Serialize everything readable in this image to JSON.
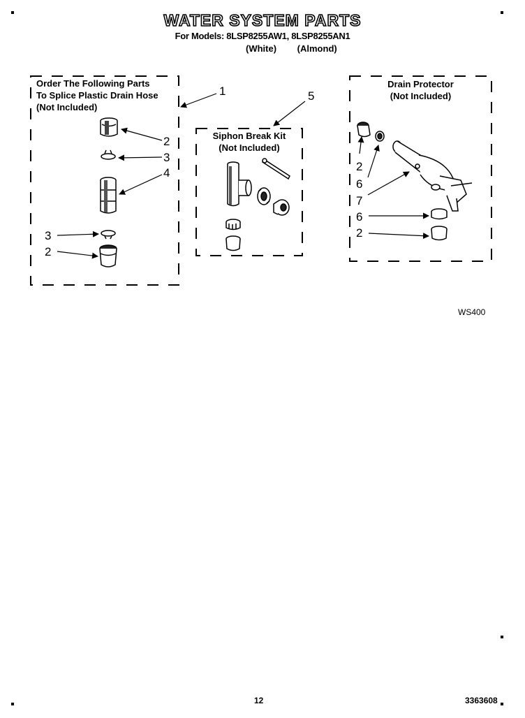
{
  "header": {
    "title": "WATER SYSTEM PARTS",
    "models_line": "For Models: 8LSP8255AW1, 8LSP8255AN1",
    "variant_white": "(White)",
    "variant_almond": "(Almond)"
  },
  "boxes": {
    "splice": {
      "line1": "Order The Following Parts",
      "line2": "To Splice Plastic Drain Hose",
      "line3": "(Not Included)"
    },
    "siphon": {
      "line1": "Siphon Break Kit",
      "line2": "(Not Included)"
    },
    "drain": {
      "line1": "Drain Protector",
      "line2": "(Not Included)"
    }
  },
  "callouts": {
    "c1": "1",
    "c2a": "2",
    "c3a": "3",
    "c4": "4",
    "c3b": "3",
    "c2b": "2",
    "c5": "5",
    "d2a": "2",
    "d6a": "6",
    "d7": "7",
    "d6b": "6",
    "d2b": "2"
  },
  "footer": {
    "figure_code": "WS400",
    "page_number": "12",
    "document_number": "3363608"
  }
}
